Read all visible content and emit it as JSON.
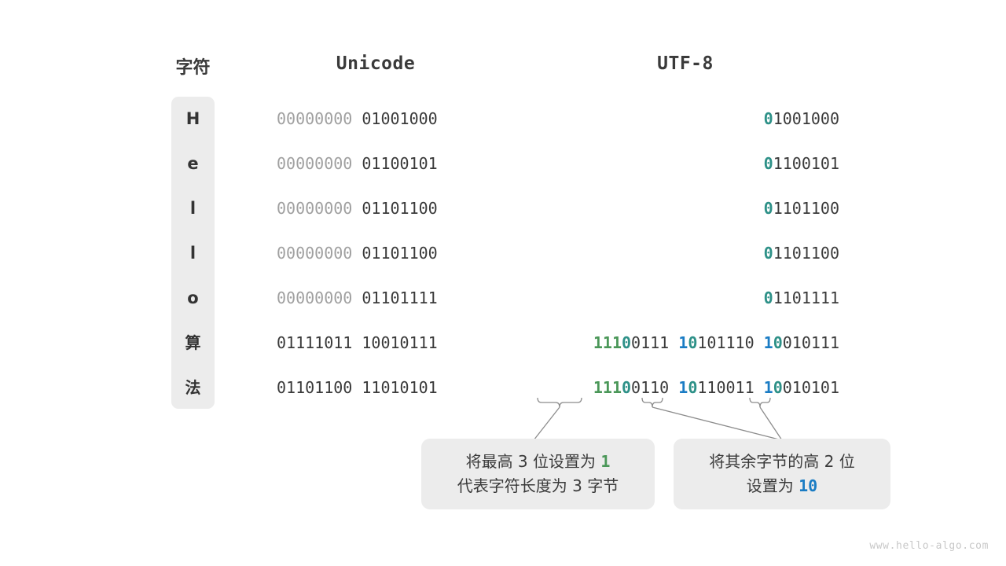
{
  "headers": {
    "char": "字符",
    "unicode": "Unicode",
    "utf8": "UTF-8"
  },
  "rows": [
    {
      "char": "H",
      "cjk": false,
      "unicode": [
        {
          "text": "00000000",
          "style": "dim"
        },
        {
          "text": " ",
          "style": "dim"
        },
        {
          "text": "01001000",
          "style": "dark"
        }
      ],
      "utf8": [
        {
          "text": "0",
          "style": "teal"
        },
        {
          "text": "1001000",
          "style": "dark"
        }
      ]
    },
    {
      "char": "e",
      "cjk": false,
      "unicode": [
        {
          "text": "00000000",
          "style": "dim"
        },
        {
          "text": " ",
          "style": "dim"
        },
        {
          "text": "01100101",
          "style": "dark"
        }
      ],
      "utf8": [
        {
          "text": "0",
          "style": "teal"
        },
        {
          "text": "1100101",
          "style": "dark"
        }
      ]
    },
    {
      "char": "l",
      "cjk": false,
      "unicode": [
        {
          "text": "00000000",
          "style": "dim"
        },
        {
          "text": " ",
          "style": "dim"
        },
        {
          "text": "01101100",
          "style": "dark"
        }
      ],
      "utf8": [
        {
          "text": "0",
          "style": "teal"
        },
        {
          "text": "1101100",
          "style": "dark"
        }
      ]
    },
    {
      "char": "l",
      "cjk": false,
      "unicode": [
        {
          "text": "00000000",
          "style": "dim"
        },
        {
          "text": " ",
          "style": "dim"
        },
        {
          "text": "01101100",
          "style": "dark"
        }
      ],
      "utf8": [
        {
          "text": "0",
          "style": "teal"
        },
        {
          "text": "1101100",
          "style": "dark"
        }
      ]
    },
    {
      "char": "o",
      "cjk": false,
      "unicode": [
        {
          "text": "00000000",
          "style": "dim"
        },
        {
          "text": " ",
          "style": "dim"
        },
        {
          "text": "01101111",
          "style": "dark"
        }
      ],
      "utf8": [
        {
          "text": "0",
          "style": "teal"
        },
        {
          "text": "1101111",
          "style": "dark"
        }
      ]
    },
    {
      "char": "算",
      "cjk": true,
      "unicode": [
        {
          "text": "01111011",
          "style": "dark"
        },
        {
          "text": " ",
          "style": "dark"
        },
        {
          "text": "10010111",
          "style": "dark"
        }
      ],
      "utf8": [
        {
          "text": "111",
          "style": "green"
        },
        {
          "text": "0",
          "style": "teal"
        },
        {
          "text": "0111",
          "style": "dark"
        },
        {
          "text": " ",
          "style": "dark"
        },
        {
          "text": "1",
          "style": "blue"
        },
        {
          "text": "0",
          "style": "teal"
        },
        {
          "text": "101110",
          "style": "dark"
        },
        {
          "text": " ",
          "style": "dark"
        },
        {
          "text": "1",
          "style": "blue"
        },
        {
          "text": "0",
          "style": "teal"
        },
        {
          "text": "010111",
          "style": "dark"
        }
      ]
    },
    {
      "char": "法",
      "cjk": true,
      "unicode": [
        {
          "text": "01101100",
          "style": "dark"
        },
        {
          "text": " ",
          "style": "dark"
        },
        {
          "text": "11010101",
          "style": "dark"
        }
      ],
      "utf8": [
        {
          "text": "111",
          "style": "green"
        },
        {
          "text": "0",
          "style": "teal"
        },
        {
          "text": "0110",
          "style": "dark"
        },
        {
          "text": " ",
          "style": "dark"
        },
        {
          "text": "1",
          "style": "blue"
        },
        {
          "text": "0",
          "style": "teal"
        },
        {
          "text": "110011",
          "style": "dark"
        },
        {
          "text": " ",
          "style": "dark"
        },
        {
          "text": "1",
          "style": "blue"
        },
        {
          "text": "0",
          "style": "teal"
        },
        {
          "text": "010101",
          "style": "dark"
        }
      ]
    }
  ],
  "callouts": [
    {
      "line1_pre": "将最高  3  位设置为  ",
      "line1_hl": "1",
      "line1_hl_color": "green",
      "line2_pre": "代表字符长度为  3  字节",
      "line2_hl": "",
      "line2_hl_color": ""
    },
    {
      "line1_pre": "将其余字节的高  2  位",
      "line1_hl": "",
      "line1_hl_color": "",
      "line2_pre": "设置为  ",
      "line2_hl": "10",
      "line2_hl_color": "blue"
    }
  ],
  "watermark": "www.hello-algo.com",
  "colors": {
    "green": "#4a9758",
    "blue": "#1a7cc4",
    "teal": "#2e9188",
    "dark": "#3a3a3a",
    "dim": "#a0a0a0",
    "panel": "#ececec",
    "background": "#ffffff",
    "connector": "#8c8c8c",
    "watermark": "#c8c8c8"
  }
}
